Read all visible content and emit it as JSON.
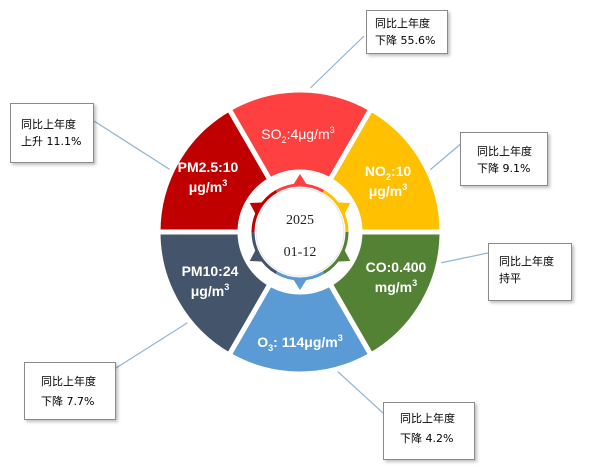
{
  "center": {
    "year": "2025",
    "date": "01-12"
  },
  "segments": [
    {
      "id": "so2",
      "color": "#ff4040",
      "lines": [
        [
          {
            "t": "SO"
          },
          {
            "t": "2",
            "sub": true
          },
          {
            "t": ":4μg/m"
          },
          {
            "t": "3",
            "sup": true
          }
        ]
      ]
    },
    {
      "id": "no2",
      "color": "#ffc000",
      "lines": [
        [
          {
            "t": "NO"
          },
          {
            "t": "2",
            "sub": true
          },
          {
            "t": ":10"
          }
        ],
        [
          {
            "t": "μg/m"
          },
          {
            "t": "3",
            "sup": true
          }
        ]
      ]
    },
    {
      "id": "co",
      "color": "#548235",
      "lines": [
        [
          {
            "t": "CO:0.400"
          }
        ],
        [
          {
            "t": "mg/m"
          },
          {
            "t": "3",
            "sup": true
          }
        ]
      ]
    },
    {
      "id": "o3",
      "color": "#5b9bd5",
      "lines": [
        [
          {
            "t": "O"
          },
          {
            "t": "3",
            "sub": true
          },
          {
            "t": ":  114μg/m"
          },
          {
            "t": "3",
            "sup": true
          }
        ]
      ]
    },
    {
      "id": "pm10",
      "color": "#44546a",
      "lines": [
        [
          {
            "t": "PM10:24"
          }
        ],
        [
          {
            "t": "μg/m"
          },
          {
            "t": "3",
            "sup": true
          }
        ]
      ]
    },
    {
      "id": "pm25",
      "color": "#c00000",
      "lines": [
        [
          {
            "t": "PM2.5:10"
          }
        ],
        [
          {
            "t": "μg/m"
          },
          {
            "t": "3",
            "sup": true
          }
        ]
      ]
    }
  ],
  "callouts": {
    "so2": {
      "line1": "同比上年度",
      "line2": "下降 55.6%"
    },
    "no2": {
      "line1": "同比上年度",
      "line2": "下降 9.1%"
    },
    "co": {
      "line1": "同比上年度",
      "line2": "持平"
    },
    "o3": {
      "line1": "同比上年度",
      "line2": "下降 4.2%"
    },
    "pm10": {
      "line1": "同比上年度",
      "line2": "下降 7.7%"
    },
    "pm25": {
      "line1": "同比上年度",
      "line2": "上升 11.1%"
    }
  }
}
